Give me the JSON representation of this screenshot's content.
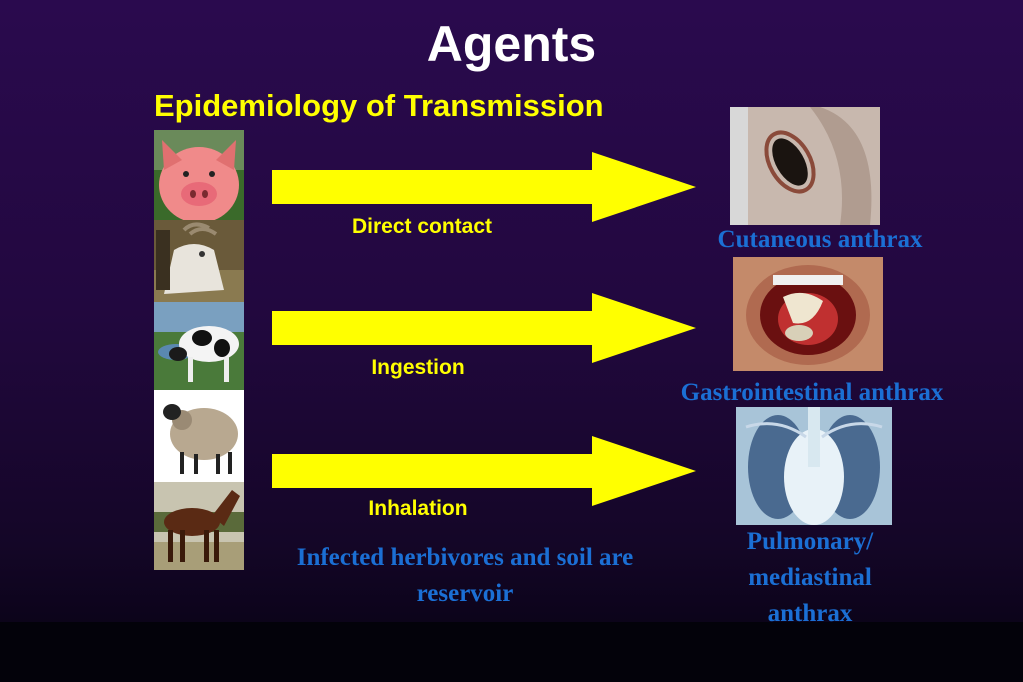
{
  "slide": {
    "title": "Agents",
    "subtitle": "Epidemiology of Transmission"
  },
  "animals": [
    {
      "name": "pig"
    },
    {
      "name": "goat"
    },
    {
      "name": "cow"
    },
    {
      "name": "sheep"
    },
    {
      "name": "horse"
    }
  ],
  "routes": [
    {
      "label": "Direct contact",
      "outcome": "Cutaneous anthrax"
    },
    {
      "label": "Ingestion",
      "outcome": "Gastrointestinal anthrax"
    },
    {
      "label": "Inhalation",
      "outcome_lines": [
        "Pulmonary/",
        "mediastinal",
        "anthrax"
      ]
    }
  ],
  "reservoir_text": "Infected herbivores and soil are reservoir",
  "colors": {
    "background": "#22083f",
    "title": "#ffffff",
    "accent_yellow": "#ffff00",
    "disease_blue": "#1b6fd4"
  }
}
